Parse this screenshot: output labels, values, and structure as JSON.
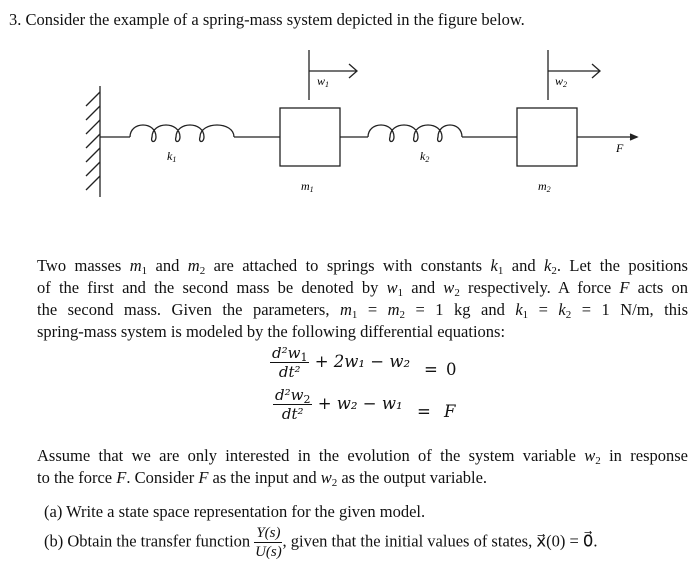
{
  "question": {
    "heading": "3. Consider the example of a spring-mass system depicted in the figure below.",
    "figure": {
      "labels": {
        "k1": "k",
        "k1_sub": "1",
        "k2": "k",
        "k2_sub": "2",
        "m1": "m",
        "m1_sub": "1",
        "m2": "m",
        "m2_sub": "2",
        "w1": "w",
        "w1_sub": "1",
        "w2": "w",
        "w2_sub": "2",
        "F": "F"
      }
    },
    "paragraph1": [
      [
        "Two masses ",
        {
          "i": "m",
          "s": "1"
        },
        " and ",
        {
          "i": "m",
          "s": "2"
        },
        " are attached to springs with constants ",
        {
          "i": "k",
          "s": "1"
        },
        " and ",
        {
          "i": "k",
          "s": "2"
        },
        ". Let the positions"
      ],
      [
        "of the first and the second mass be denoted by ",
        {
          "i": "w",
          "s": "1"
        },
        " and ",
        {
          "i": "w",
          "s": "2"
        },
        " respectively. A force ",
        {
          "i": "F"
        },
        " acts on"
      ],
      [
        "the second mass.  Given the parameters, ",
        {
          "i": "m",
          "s": "1"
        },
        " = ",
        {
          "i": "m",
          "s": "2"
        },
        " = 1 kg and ",
        {
          "i": "k",
          "s": "1"
        },
        " = ",
        {
          "i": "k",
          "s": "2"
        },
        " = 1 N/m, this"
      ],
      [
        "spring-mass system is modeled by the following differential equations:"
      ]
    ],
    "equations": [
      {
        "num": "d²w",
        "num_sub": "1",
        "den": "dt²",
        "rest": "+ 2w₁ − w₂",
        "eq": "=",
        "rhs": "0"
      },
      {
        "num": "d²w",
        "num_sub": "2",
        "den": "dt²",
        "rest": "+ w₂ − w₁",
        "eq": "=",
        "rhs": "F"
      }
    ],
    "paragraph2": [
      [
        "Assume that we are only interested in the evolution of the system variable ",
        {
          "i": "w",
          "s": "2"
        },
        " in response"
      ],
      [
        "to the force ",
        {
          "i": "F"
        },
        ". Consider ",
        {
          "i": "F"
        },
        " as the input and ",
        {
          "i": "w",
          "s": "2"
        },
        " as the output variable."
      ]
    ],
    "part_a": "(a) Write a state space representation for the given model.",
    "part_b": {
      "prefix": "(b) Obtain the transfer function",
      "frac_num": "Y(s)",
      "frac_den": "U(s)",
      "suffix": ", given that the initial values of states, x⃗(0) = 0⃗."
    }
  }
}
